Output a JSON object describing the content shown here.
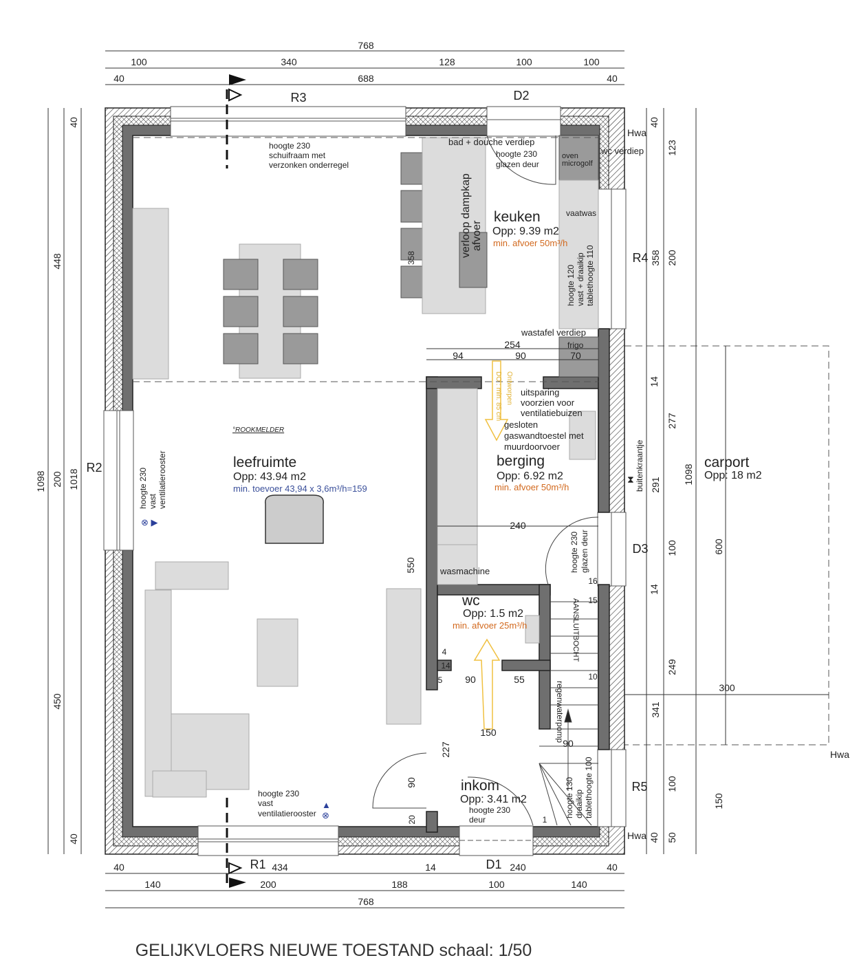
{
  "title": "GELIJKVLOERS NIEUWE TOESTAND schaal: 1/50",
  "dimensions": {
    "top_total": "768",
    "top_row2": [
      "100",
      "340",
      "128",
      "100",
      "100"
    ],
    "top_row3": [
      "40",
      "688",
      "40"
    ],
    "left": [
      "1098",
      "448",
      "200",
      "450",
      "40",
      "1018",
      "40"
    ],
    "right": [
      "40",
      "123",
      "358",
      "200",
      "14",
      "277",
      "291",
      "1098",
      "100",
      "14",
      "249",
      "341",
      "600",
      "300",
      "100",
      "150",
      "40",
      "50"
    ],
    "bottom_row1": [
      "40",
      "434",
      "14",
      "240",
      "40"
    ],
    "bottom_row2": [
      "140",
      "200",
      "188",
      "100",
      "140"
    ],
    "bottom_total": "768",
    "interior": [
      "254",
      "94",
      "90",
      "70",
      "358",
      "550",
      "240",
      "16",
      "15",
      "10",
      "90",
      "55",
      "150",
      "227",
      "90",
      "20",
      "90",
      "14",
      "5",
      "1",
      "4"
    ]
  },
  "openings": {
    "R1": "R1",
    "R2": "R2",
    "R3": "R3",
    "R4": "R4",
    "R5": "R5",
    "D1": "D1",
    "D2": "D2",
    "D3": "D3"
  },
  "rooms": {
    "leefruimte": {
      "name": "leefruimte",
      "area": "Opp: 43.94 m2",
      "vent": "min. toevoer 43,94 x 3,6m³/h=159"
    },
    "keuken": {
      "name": "keuken",
      "area": "Opp: 9.39 m2",
      "vent": "min. afvoer 50m³/h"
    },
    "berging": {
      "name": "berging",
      "area": "Opp: 6.92 m2",
      "vent": "min. afvoer 50m³/h"
    },
    "wc": {
      "name": "wc",
      "area": "Opp: 1.5 m2",
      "vent": "min. afvoer 25m³/h"
    },
    "inkom": {
      "name": "inkom",
      "area": "Opp: 3.41 m2"
    },
    "carport": {
      "name": "carport",
      "area": "Opp: 18 m2"
    }
  },
  "notes": {
    "r3": [
      "hoogte 230",
      "schuifraam met",
      "verzonken onderregel"
    ],
    "d2": [
      "hoogte 230",
      "glazen deur"
    ],
    "bad": "bad + douche verdiep",
    "wc_verdiep": "wc verdiep",
    "oven": [
      "oven",
      "microgolf"
    ],
    "vaatwas": "vaatwas",
    "r4": [
      "hoogte 120",
      "vast + draaikip",
      "tablethoogte 110"
    ],
    "dampkap": [
      "verloop dampkap",
      "afvoer"
    ],
    "wastafel": "wastafel verdiep",
    "frigo": "frigo",
    "rookmelder": "°ROOKMELDER",
    "r2": [
      "hoogte 230",
      "vast",
      "ventilatierooster"
    ],
    "r1": [
      "hoogte 230",
      "vast",
      "ventilatierooster"
    ],
    "berging_notes": [
      "uitsparing",
      "voorzien voor",
      "ventilatiebuizen",
      "gesloten",
      "gaswandtoestel met",
      "muurdoorvoer"
    ],
    "d3": [
      "hoogte 230",
      "glazen deur"
    ],
    "buitenkraantje": "buitenkraantje",
    "wasmachine": "wasmachine",
    "regenwaterpomp": "regenwaterpomp",
    "aansluitbocht": "AANSLUITBOCHT",
    "d1": [
      "hoogte 230",
      "deur"
    ],
    "r5": [
      "hoogte 130",
      "draaikip",
      "tablethoogte 100"
    ],
    "hwa": "Hwa",
    "doorgang": [
      "DO : min. 85 cm",
      "Ontworpen"
    ]
  },
  "colors": {
    "wall": "#6f6f6f",
    "furniture": "#dcdcdc",
    "vent_red": "#d2691e",
    "vent_blue": "#3a4f9a",
    "arrow": "#f0c040"
  }
}
